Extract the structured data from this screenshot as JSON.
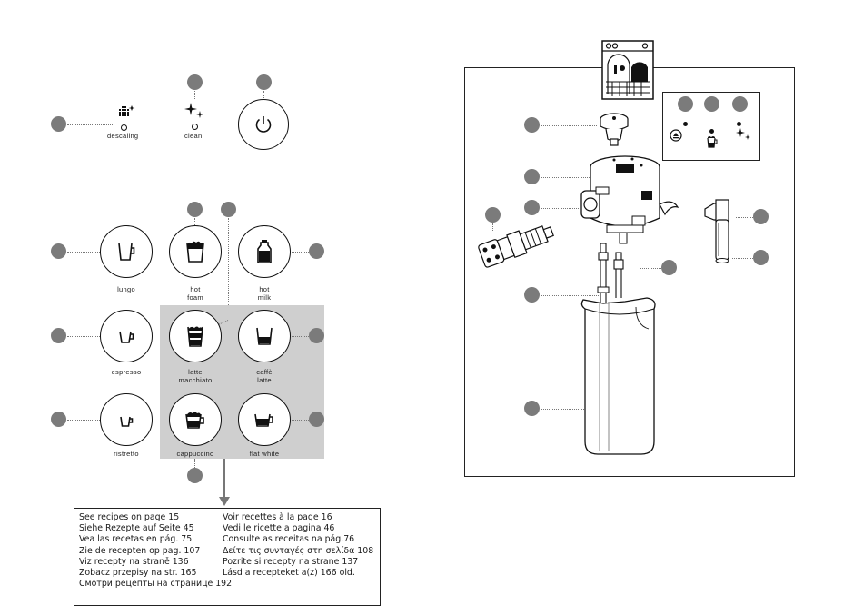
{
  "top_panel": {
    "descaling_label": "descaling",
    "clean_label": "clean"
  },
  "drinks": {
    "lungo": "lungo",
    "hot_foam": [
      "hot",
      "foam"
    ],
    "hot_milk": [
      "hot",
      "milk"
    ],
    "espresso": "espresso",
    "latte_macchiato": [
      "latte",
      "macchiato"
    ],
    "caffe_latte": [
      "caffè",
      "latte"
    ],
    "ristretto": "ristretto",
    "cappuccino": "cappuccino",
    "flat_white": "flat white"
  },
  "recipes": {
    "left": [
      "See recipes on page 15",
      "Siehe Rezepte auf Seite 45",
      "Vea las recetas en pág. 75",
      "Zie de recepten op pag. 107",
      "Viz recepty na straně 136",
      "Zobacz przepisy na str. 165",
      "Смотри рецепты на странице 192"
    ],
    "right": [
      "Voir recettes à la page 16",
      "Vedi le ricette a pagina 46",
      "Consulte as receitas na pág.76",
      "Δείτε τις συνταγές στη σελίδα 108",
      "Pozrite si recepty na strane 137",
      "Lásd a recepteket a(z) 166 old."
    ]
  },
  "colors": {
    "callout_dot": "#7b7b7b",
    "shaded_area": "#cfcfcf",
    "line": "#111111"
  }
}
